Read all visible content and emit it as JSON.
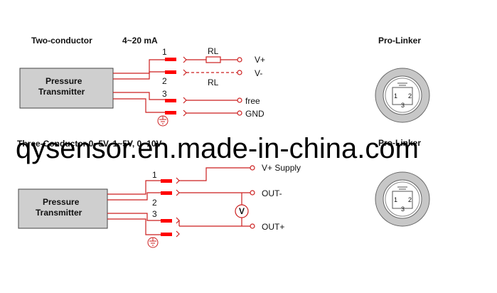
{
  "top_diagram": {
    "title": "Two-conductor",
    "range": "4~20 mA",
    "box_label_1": "Pressure",
    "box_label_2": "Transmitter",
    "pin_labels": [
      "1",
      "2",
      "3"
    ],
    "resistor_label_1": "RL",
    "resistor_label_2": "RL",
    "outputs": [
      "V+",
      "V-",
      "free",
      "GND"
    ]
  },
  "top_connector": {
    "title": "Pro-Linker",
    "pins": [
      "1",
      "2",
      "3"
    ]
  },
  "bottom_diagram": {
    "title": "Three-Conductor 0~5V, 1~5V, 0~10V",
    "box_label_1": "Pressure",
    "box_label_2": "Transmitter",
    "pin_labels": [
      "1",
      "2",
      "3"
    ],
    "outputs": [
      "V+ Supply",
      "OUT-",
      "OUT+"
    ],
    "meter_label": "V"
  },
  "bottom_connector": {
    "title": "Pro-Linker",
    "pins": [
      "1",
      "2",
      "3"
    ]
  },
  "watermark": "qysensor.en.made-in-china.com",
  "colors": {
    "wire": "#cc1f1f",
    "pin": "#ff0000",
    "box": "#cfcfcf"
  }
}
